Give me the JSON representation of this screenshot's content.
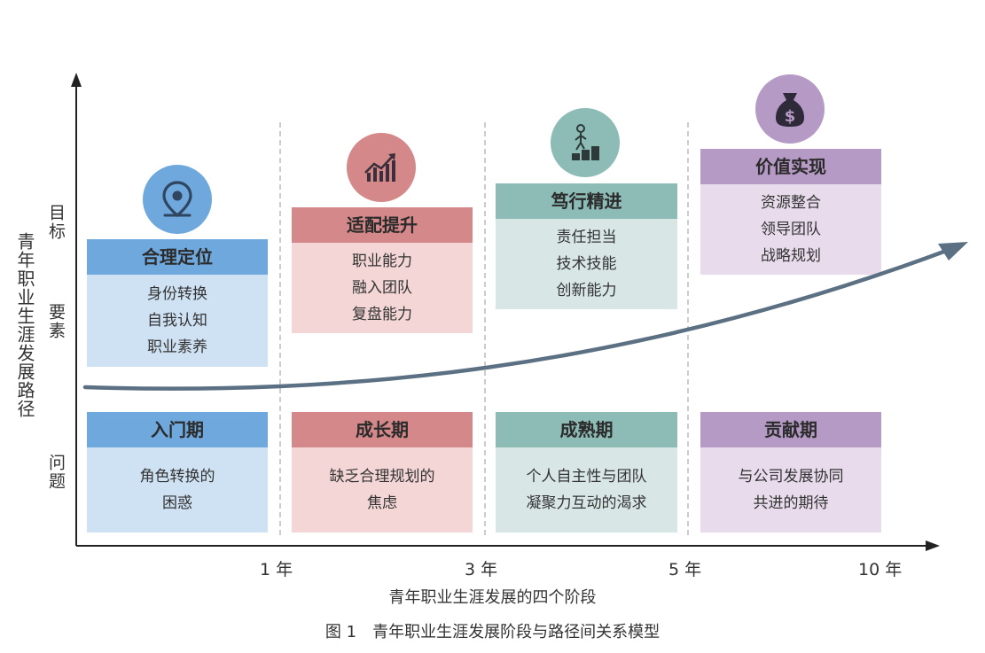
{
  "y_axis_label": "青年职业生涯发展路径",
  "row_labels": {
    "goal": "目标",
    "elements": "要素",
    "problem": "问题"
  },
  "x_axis_title": "青年职业生涯发展的四个阶段",
  "x_ticks": [
    "1 年",
    "3 年",
    "5 年",
    "10 年"
  ],
  "caption": "图 1　青年职业生涯发展阶段与路径间关系模型",
  "stages": [
    {
      "goal_icon": "location-pin-icon",
      "goal_title": "合理定位",
      "elements": [
        "身份转换",
        "自我认知",
        "职业素养"
      ],
      "period": "入门期",
      "problem": [
        "角色转换的",
        "困惑"
      ],
      "colors": {
        "head": "#6fa8dc",
        "body": "#cfe2f3",
        "icon": "#6fa8dc"
      }
    },
    {
      "goal_icon": "growth-chart-icon",
      "goal_title": "适配提升",
      "elements": [
        "职业能力",
        "融入团队",
        "复盘能力"
      ],
      "period": "成长期",
      "problem": [
        "缺乏合理规划的",
        "焦虑"
      ],
      "colors": {
        "head": "#d5888a",
        "body": "#f3d6d5",
        "icon": "#d5888a"
      }
    },
    {
      "goal_icon": "climbing-stairs-icon",
      "goal_title": "笃行精进",
      "elements": [
        "责任担当",
        "技术技能",
        "创新能力"
      ],
      "period": "成熟期",
      "problem": [
        "个人自主性与团队",
        "凝聚力互动的渴求"
      ],
      "colors": {
        "head": "#8dbcb7",
        "body": "#d8e7e6",
        "icon": "#8dbcb7"
      }
    },
    {
      "goal_icon": "money-bag-icon",
      "goal_title": "价值实现",
      "elements": [
        "资源整合",
        "领导团队",
        "战略规划"
      ],
      "period": "贡献期",
      "problem": [
        "与公司发展协同",
        "共进的期待"
      ],
      "colors": {
        "head": "#b69ac6",
        "body": "#e8dcec",
        "icon": "#b69ac6"
      }
    }
  ]
}
